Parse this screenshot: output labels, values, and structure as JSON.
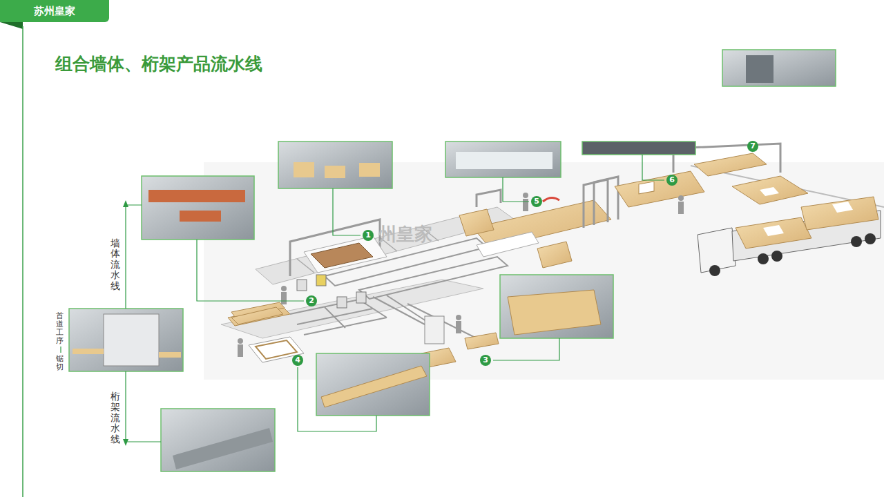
{
  "diagram": {
    "title": "组合墙体、桁架产品流水线",
    "nodes": [
      {
        "text": [
          "苏州皇家"
        ]
      }
    ],
    "labels": [
      "墙体流水线",
      "首道工序",
      "锯切",
      "桁架流水线",
      "1",
      "2",
      "3",
      "4",
      "5",
      "6",
      "7",
      "州皇家"
    ]
  }
}
